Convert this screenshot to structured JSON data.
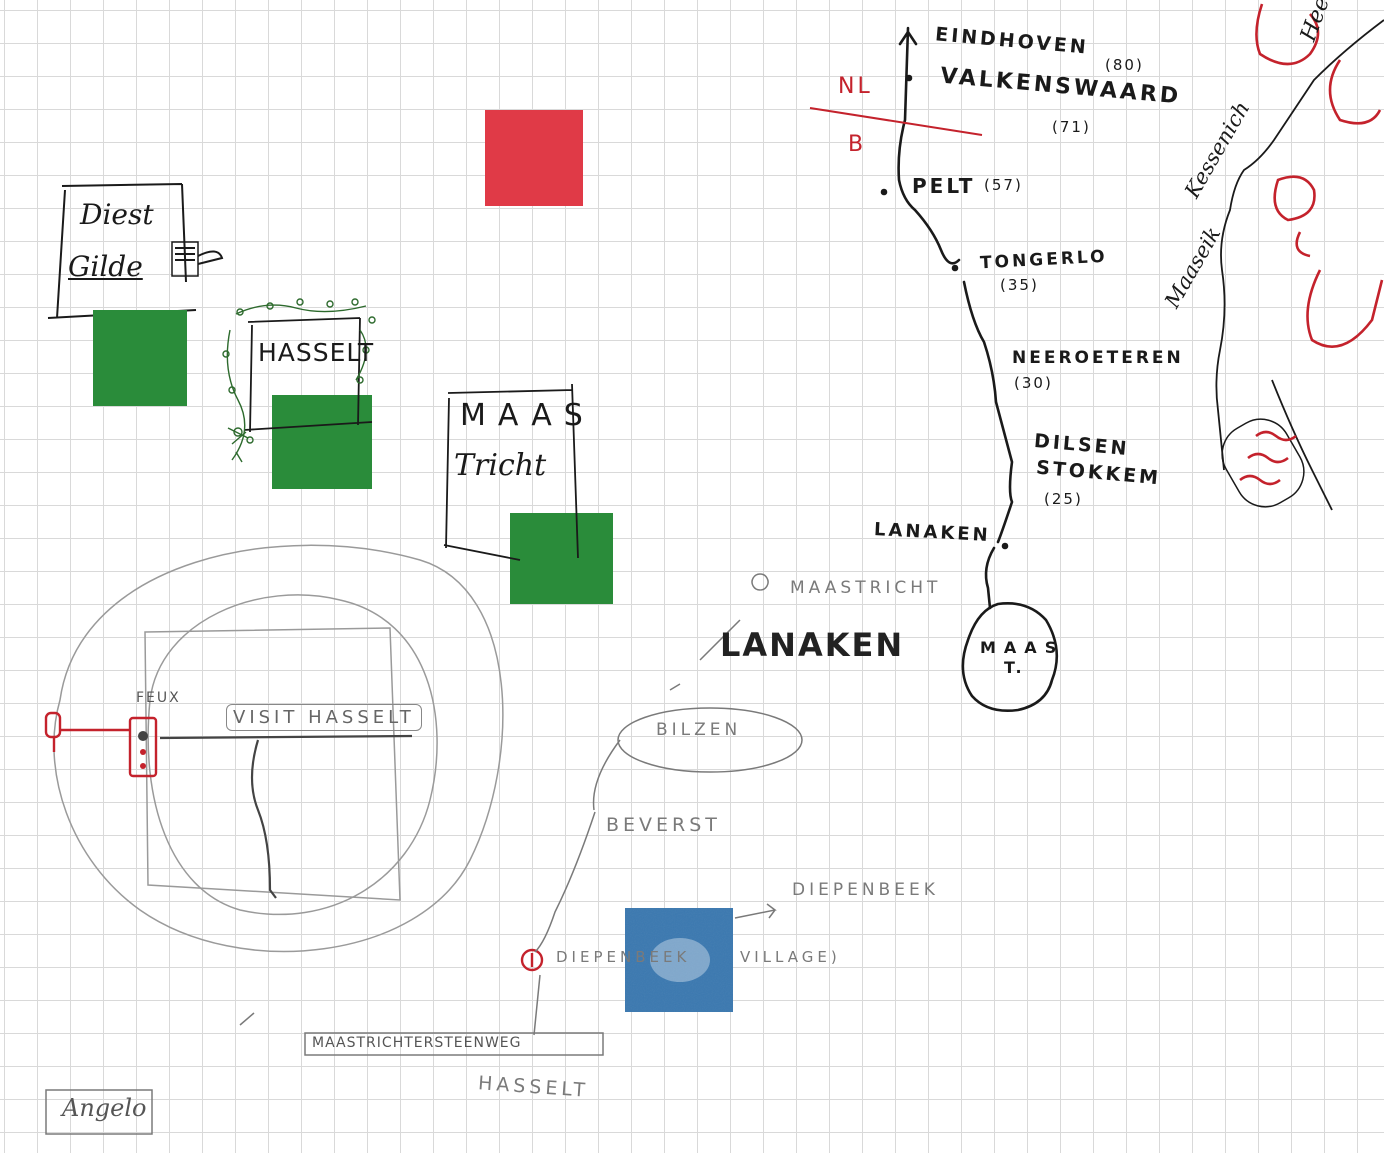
{
  "colors": {
    "ink": "#1a1a1a",
    "pencil": "#8a8a8a",
    "red": "#c4222c",
    "red_square": "#e03a47",
    "green_square": "#2a8c3a",
    "blue_square": "#3a78b0",
    "grid": "#d9d9d9"
  },
  "boxes": {
    "diest_line1": "Diest",
    "diest_line2": "Gilde",
    "hasselt": "HASSELT",
    "maastricht_line1": "MAAS",
    "maastricht_line2": "Tricht"
  },
  "route": {
    "eindhoven": "EINDHOVEN",
    "eindhoven_km": "(80)",
    "valkenswaard": "VALKENSWAARD",
    "valkenswaard_km": "(71)",
    "border_nl": "NL",
    "border_b": "B",
    "pelt": "PELT",
    "pelt_km": "(57)",
    "tongerlo": "TONGERLO",
    "tongerlo_km": "(35)",
    "neeroeteren": "NEEROETEREN",
    "neeroeteren_km": "(30)",
    "dilsen": "DILSEN",
    "stokkem": "STOKKEM",
    "dilsen_km": "(25)",
    "lanaken": "LANAKEN",
    "maast_line1": "MAAS",
    "maast_line2": "T."
  },
  "river": {
    "heel": "Heel",
    "kessenich": "Kessenich",
    "maaseik": "Maaseik"
  },
  "lower": {
    "maastricht_pencil": "MAASTRICHT",
    "lanaken_big": "LANAKEN",
    "bilzen": "BILZEN",
    "beverst": "BEVERST",
    "diepenbeek_right": "DIEPENBEEK",
    "diepenbeek_left": "DIEPENBEEK",
    "village": "VILLAGE)",
    "steenweg": "MAASTRICHTERSTEENWEG",
    "hasselt_bottom": "HASSELT",
    "feux": "FEUX",
    "visit_hasselt": "VISIT HASSELT"
  },
  "signature": "Angelo"
}
